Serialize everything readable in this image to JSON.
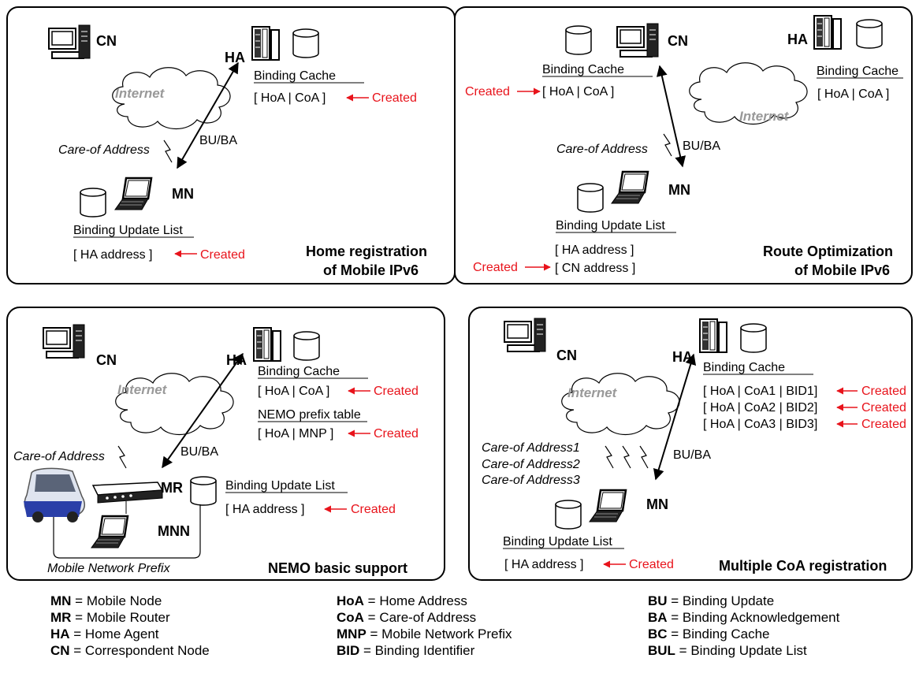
{
  "panels": {
    "home": {
      "title_line1": "Home registration",
      "title_line2": "of Mobile IPv6",
      "cn": "CN",
      "ha": "HA",
      "mn": "MN",
      "internet": "Internet",
      "bc_title": "Binding Cache",
      "bc_entry": "[ HoA | CoA ]",
      "coa_label": "Care-of Address",
      "bu_ba": "BU/BA",
      "bul_title": "Binding Update List",
      "bul_entry": "[ HA address ]",
      "created": "Created"
    },
    "ro": {
      "title_line1": "Route Optimization",
      "title_line2": "of Mobile IPv6",
      "cn": "CN",
      "ha": "HA",
      "mn": "MN",
      "internet": "Internet",
      "cn_bc_title": "Binding Cache",
      "cn_bc_entry": "[ HoA | CoA ]",
      "ha_bc_title": "Binding Cache",
      "ha_bc_entry": "[ HoA | CoA ]",
      "coa_label": "Care-of Address",
      "bu_ba": "BU/BA",
      "bul_title": "Binding Update List",
      "bul_entry1": "[ HA address ]",
      "bul_entry2": "[ CN address ]",
      "created": "Created"
    },
    "nemo": {
      "title": "NEMO basic support",
      "cn": "CN",
      "ha": "HA",
      "mr": "MR",
      "mnn": "MNN",
      "internet": "Internet",
      "bc_title": "Binding Cache",
      "bc_entry": "[ HoA | CoA ]",
      "prefix_title": "NEMO prefix table",
      "prefix_entry": "[ HoA | MNP ]",
      "coa_label": "Care-of Address",
      "bu_ba": "BU/BA",
      "bul_title": "Binding Update List",
      "bul_entry": "[ HA address ]",
      "mnp_label": "Mobile Network Prefix",
      "created": "Created"
    },
    "mcoa": {
      "title": "Multiple CoA registration",
      "cn": "CN",
      "ha": "HA",
      "mn": "MN",
      "internet": "Internet",
      "bc_title": "Binding Cache",
      "bc_entries": [
        "[ HoA | CoA1 | BID1]",
        "[ HoA | CoA2 | BID2]",
        "[ HoA | CoA3 | BID3]"
      ],
      "coa_labels": [
        "Care-of Address1",
        "Care-of Address2",
        "Care-of Address3"
      ],
      "bu_ba": "BU/BA",
      "bul_title": "Binding Update List",
      "bul_entry": "[ HA address ]",
      "created": "Created"
    }
  },
  "legend": {
    "col1": [
      {
        "abbr": "MN",
        "text": " = Mobile Node"
      },
      {
        "abbr": "MR",
        "text": " = Mobile Router"
      },
      {
        "abbr": "HA",
        "text": " = Home Agent"
      },
      {
        "abbr": "CN",
        "text": " = Correspondent Node"
      }
    ],
    "col2": [
      {
        "abbr": "HoA",
        "text": " = Home Address"
      },
      {
        "abbr": "CoA",
        "text": " = Care-of Address"
      },
      {
        "abbr": "MNP",
        "text": " = Mobile Network Prefix"
      },
      {
        "abbr": "BID",
        "text": " = Binding Identifier"
      }
    ],
    "col3": [
      {
        "abbr": "BU",
        "text": " = Binding Update"
      },
      {
        "abbr": "BA",
        "text": " = Binding Acknowledgement"
      },
      {
        "abbr": "BC",
        "text": " = Binding Cache"
      },
      {
        "abbr": "BUL",
        "text": " = Binding Update List"
      }
    ]
  },
  "colors": {
    "accent_red": "#e8131b",
    "internet_gray": "#999999",
    "line": "#000000"
  }
}
